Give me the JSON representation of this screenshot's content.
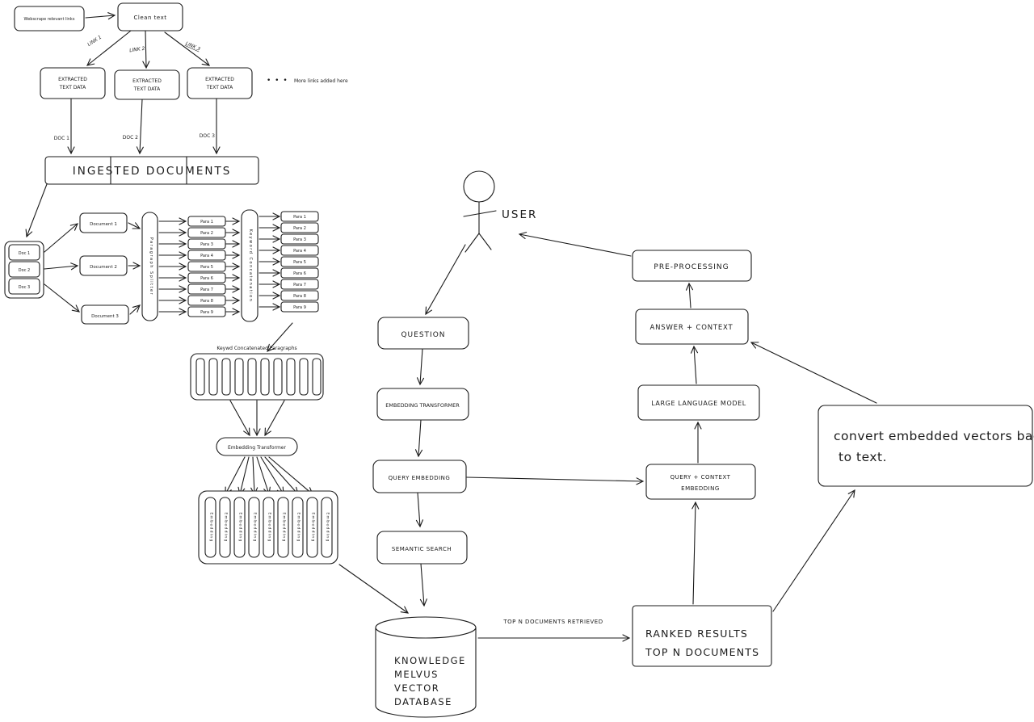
{
  "ingestion": {
    "webscrape": "Webscrape relevant links",
    "clean_text": "Clean text",
    "links": [
      "LINK 1",
      "LINK 2",
      "LINK 3"
    ],
    "extracted": {
      "line1": "EXTRACTED",
      "line2": "TEXT DATA"
    },
    "more_links_dots": "• • •",
    "more_links": "More links added here",
    "docs": [
      "DOC 1",
      "DOC 2",
      "DOC 3"
    ],
    "ingested_documents": "INGESTED DOCUMENTS",
    "doc_stack": [
      "Doc 1",
      "Doc 2",
      "Doc 3"
    ],
    "documents": [
      "Document 1",
      "Document 2",
      "Document 3"
    ],
    "paragraph_splitter": "Paragraph Splitter",
    "paras": [
      "Para 1",
      "Para 2",
      "Para 3",
      "Para 4",
      "Para 5",
      "Para 6",
      "Para 7",
      "Para 8",
      "Para 9"
    ],
    "keyword_concatenation": "Keyword Concatenation",
    "keywd_label": "Keywd Concatenated Paragraphs",
    "embedding_transformer": "Embedding Transformer",
    "embedding_word": "Embedding"
  },
  "retrieval": {
    "user": "USER",
    "question": "QUESTION",
    "embedding_transformer": "EMBEDDING TRANSFORMER",
    "query_embedding": "QUERY EMBEDDING",
    "semantic_search": "SEMANTIC SEARCH",
    "database_lines": [
      "KNOWLEDGE",
      "MELVUS",
      "VECTOR",
      "DATABASE"
    ],
    "top_n_retrieved": "TOP N DOCUMENTS RETRIEVED",
    "ranked_results": {
      "line1": "RANKED RESULTS",
      "line2": "TOP N DOCUMENTS"
    },
    "query_context": {
      "line1": "QUERY + CONTEXT",
      "line2": "EMBEDDING"
    },
    "llm": "LARGE LANGUAGE MODEL",
    "answer_context": "ANSWER + CONTEXT",
    "preprocessing": "PRE-PROCESSING",
    "note": {
      "line1": "convert embedded vectors back",
      "line2": "to text."
    }
  }
}
